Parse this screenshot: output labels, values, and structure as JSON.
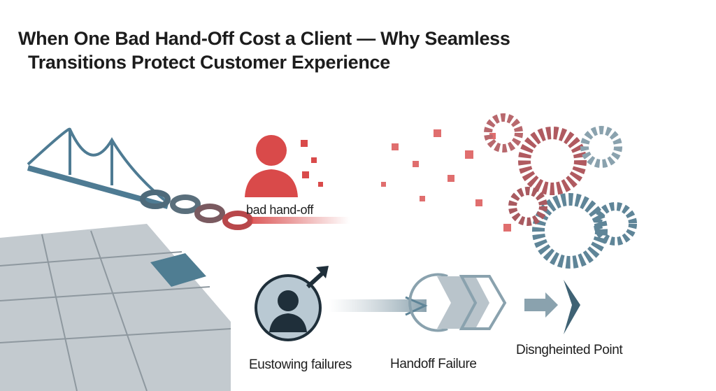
{
  "title": {
    "line1": "When One Bad Hand-Off Cost a Client — Why Seamless",
    "line2": "Transitions Protect Customer Experience"
  },
  "labels": {
    "bad_handoff": "bad hand-off",
    "stage1": "Eustowing failures",
    "stage2": "Handoff Failure",
    "stage3": "Disngheinted Point"
  },
  "colors": {
    "red": "#d94a4a",
    "steel": "#5f8598",
    "dark": "#1f2f3a",
    "grey": "#b9c4cb"
  }
}
